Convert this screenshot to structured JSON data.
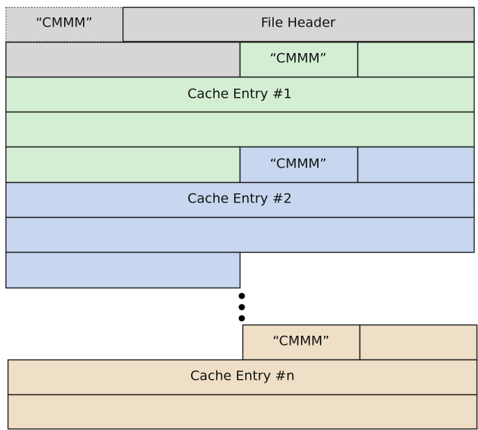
{
  "labels": {
    "magic": "“CMMM”",
    "file_header": "File Header",
    "entry_1": "Cache Entry #1",
    "entry_2": "Cache Entry #2",
    "entry_n": "Cache Entry #n"
  },
  "colors": {
    "header": "#d6d6d6",
    "entry_1": "#d4eed3",
    "entry_2": "#c8d7ef",
    "entry_n": "#eedfc6",
    "outline": "#1a1a1a"
  }
}
